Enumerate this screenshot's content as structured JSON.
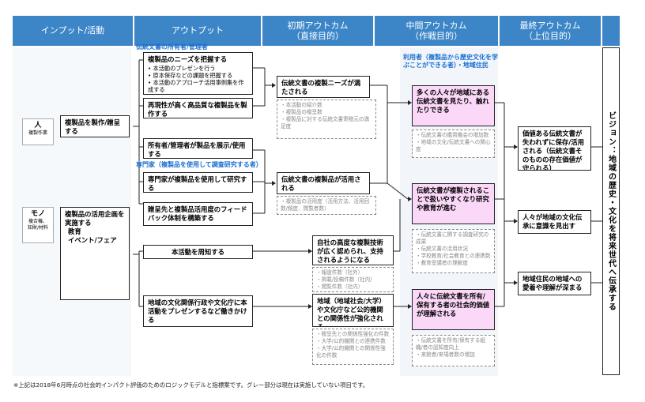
{
  "headers": {
    "input": "インプット/活動",
    "output": "アウトプット",
    "initial_title": "初期アウトカム",
    "initial_sub": "（直接目的）",
    "mid_title": "中間アウトカム",
    "mid_sub": "（作戦目的）",
    "final_title": "最終アウトカム",
    "final_sub": "（上位目的）"
  },
  "inputs": {
    "hito_title": "人",
    "hito_sub": "複製作業",
    "mono_title": "モノ",
    "mono_sub": "複合機、\n知財/材料"
  },
  "activities": {
    "a1": "複製品を製作/贈呈する",
    "a2_title": "複製品の活用企画を実施する",
    "a2_items": [
      "教育",
      "イベント/フェア"
    ]
  },
  "groups": {
    "owners": "伝統文書の所有者/管理者",
    "experts": "専門家（複製品を使用して調査研究する者）",
    "users": "利用者（複製品から歴史文化を学ぶことができる者）・地域住民"
  },
  "outputs": {
    "o1_title": "複製品のニーズを把握する",
    "o1_items": [
      "本活動のプレゼンを行う",
      "原本保存などの課題を把握する",
      "本活動のアプローチ活用事例集を作成する"
    ],
    "o2": "再現性が高く高品質な複製品を製作する",
    "o3": "所有者/管理者が製品を展示/使用する",
    "o4": "専門家が複製品を使用して研究する",
    "o5": "贈呈先と複製品活用度のフィードバック体制を構築する",
    "o6": "本活動を周知する",
    "o7": "地域の文化関係行政や文化庁に本活動をプレゼンするなど働きかける"
  },
  "initial": {
    "i1": "伝統文書の複製ニーズが満たされる",
    "i1_items": [
      "本活動の紹介数",
      "複製品の贈呈数",
      "複製品に対する伝統文書寄贈元の満足度"
    ],
    "i2": "伝統文書の複製品が活用される",
    "i2_items": [
      "複製品の活用度（活用方法、活用回数/頻度、閲覧者数）"
    ],
    "i3": "自社の高度な複製技術が広く認められ、支持されるようになる",
    "i3_items": [
      "報道件数（社外）",
      "掲載/投稿件数（社内）",
      "閲覧件数（社内）"
    ],
    "i4": "地域（地域社会/大学）や文化庁など公的機関との関係性が強化される",
    "i4_items": [
      "贈呈先との関係性強化の件数",
      "大学/公的機関との連携件数",
      "大学/公的機関との関係性強化の件数"
    ]
  },
  "mid": {
    "m1": "多くの人々が地域にある伝統文書を見たり、触れたりできる",
    "m1_items": [
      "伝統文書の鑑賞機会の増加数",
      "地域の文化/伝統文書への関心度"
    ],
    "m2": "伝統文書が複製されることで扱いやすくなり研究や教育が進む",
    "m2_items": [
      "伝統文書に関する調査研究の成果",
      "伝統文書の活用状況",
      "学校教育/社会教育との連携数",
      "教育受講者の理解度"
    ],
    "m3": "人々に伝統文書を所有/保有する者の社会的価値が理解される",
    "m3_items": [
      "伝統文書を所有/保有する組織/者の認知度向上",
      "来館者/来場者数の増加"
    ]
  },
  "final": {
    "f1": "価値ある伝統文書が失われずに保存/活用される（伝統文書そのものの存在価値が守られる）",
    "f2": "人々が地域の文化伝承に意識を見出す",
    "f3": "地域住民の地域への愛着や理解が深まる"
  },
  "vision": "ビジョン：地域の歴史・文化を将来世代へ伝承する",
  "footnote": "※上記は2018年6月時点の社会的インパクト評価のためのロジックモデルと指標案です。グレー部分は現在は実施していない項目です。",
  "colors": {
    "header": "#3c86c8",
    "pink": "#fbd7f8",
    "accent_blue": "#1a6fd1"
  }
}
